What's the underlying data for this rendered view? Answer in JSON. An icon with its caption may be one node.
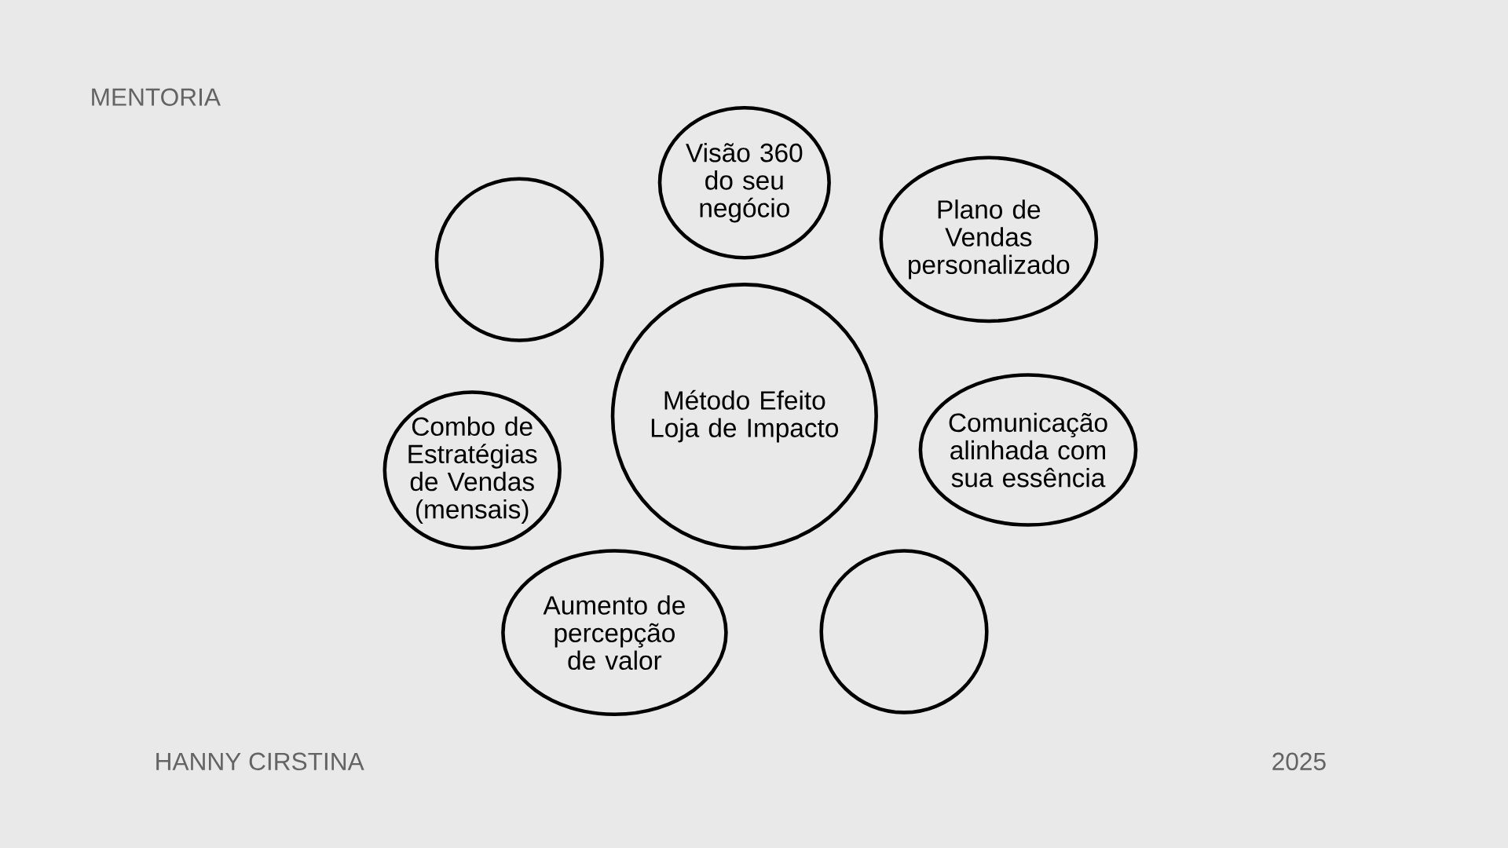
{
  "diagram": {
    "nodes": [
      {
        "text": [
          "Visão 360 do seu negócio"
        ]
      },
      {
        "text": [],
        "shape": "circle"
      },
      {
        "text": [
          "Plano de Vendas personalizado"
        ]
      },
      {
        "text": [
          "Método Efeito Loja de Impacto"
        ]
      },
      {
        "text": [
          "Combo de Estratégias de Vendas (mensais)"
        ]
      },
      {
        "text": [
          "Comunicação alinhada com sua essência"
        ]
      },
      {
        "text": [
          "Aumento de percepção de valor"
        ]
      },
      {
        "text": [],
        "shape": "circle"
      }
    ],
    "edges": [],
    "labels": [
      "MENTORIA",
      "HANNY CIRSTINA",
      "2025"
    ]
  }
}
